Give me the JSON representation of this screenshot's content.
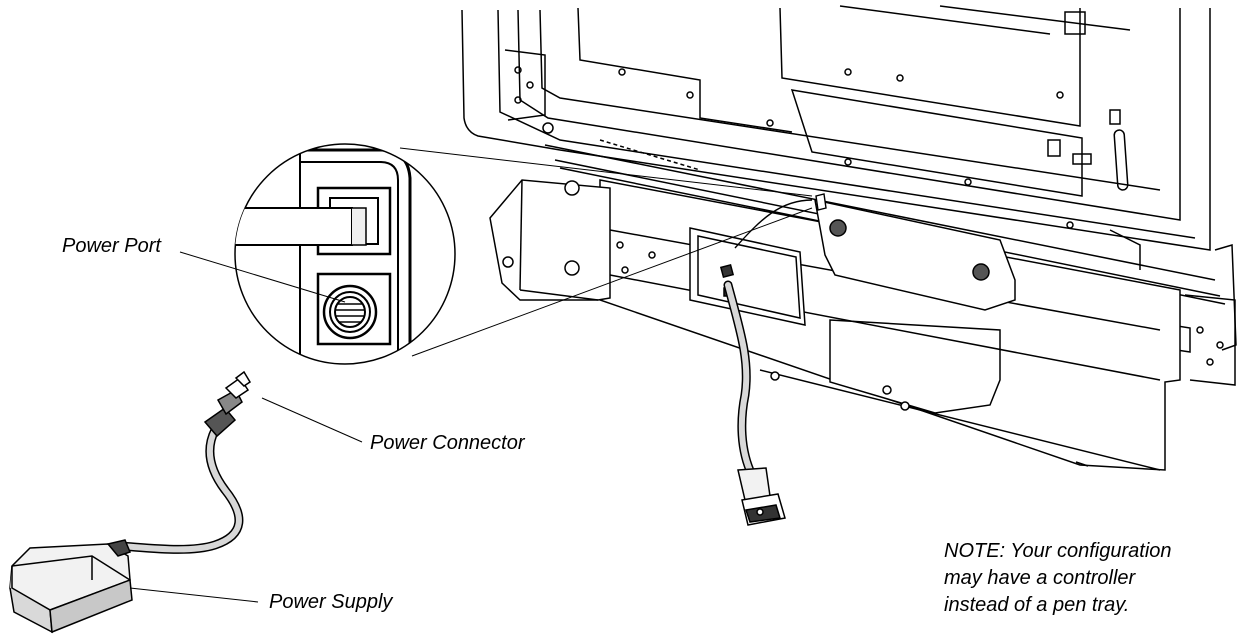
{
  "labels": {
    "power_port": "Power Port",
    "power_connector": "Power Connector",
    "power_supply": "Power Supply"
  },
  "note": {
    "lines": [
      "NOTE: Your configuration",
      "may have a controller",
      "instead of a pen tray."
    ]
  },
  "colors": {
    "line": "#000000",
    "cable": "#d8d8d8",
    "background": "#ffffff"
  }
}
